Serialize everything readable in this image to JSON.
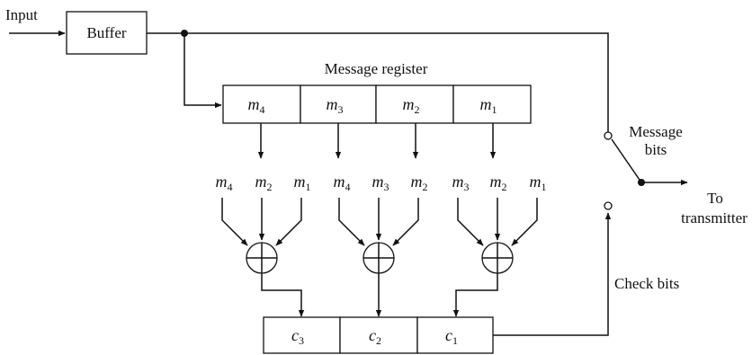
{
  "labels": {
    "input": "Input",
    "buffer": "Buffer",
    "message_register": "Message register",
    "message_bits_line1": "Message",
    "message_bits_line2": "bits",
    "to_transmitter_line1": "To",
    "to_transmitter_line2": "transmitter",
    "check_bits": "Check bits"
  },
  "message_register": [
    {
      "sym": "m",
      "sub": "4"
    },
    {
      "sym": "m",
      "sub": "3"
    },
    {
      "sym": "m",
      "sub": "2"
    },
    {
      "sym": "m",
      "sub": "1"
    }
  ],
  "adder_inputs": [
    [
      {
        "sym": "m",
        "sub": "4"
      },
      {
        "sym": "m",
        "sub": "2"
      },
      {
        "sym": "m",
        "sub": "1"
      }
    ],
    [
      {
        "sym": "m",
        "sub": "4"
      },
      {
        "sym": "m",
        "sub": "3"
      },
      {
        "sym": "m",
        "sub": "2"
      }
    ],
    [
      {
        "sym": "m",
        "sub": "3"
      },
      {
        "sym": "m",
        "sub": "2"
      },
      {
        "sym": "m",
        "sub": "1"
      }
    ]
  ],
  "check_register": [
    {
      "sym": "c",
      "sub": "3"
    },
    {
      "sym": "c",
      "sub": "2"
    },
    {
      "sym": "c",
      "sub": "1"
    }
  ]
}
